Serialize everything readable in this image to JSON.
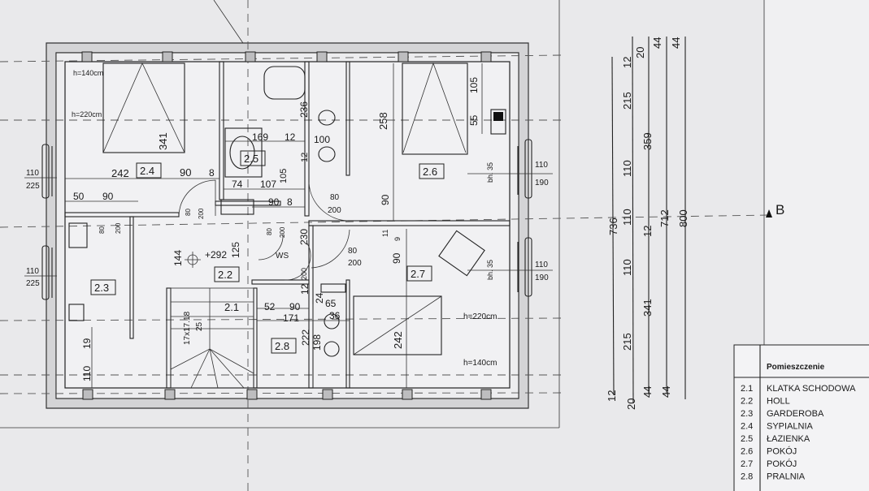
{
  "rooms": {
    "r21": "2.1",
    "r22": "2.2",
    "r23": "2.3",
    "r24": "2.4",
    "r25": "2.5",
    "r26": "2.6",
    "r27": "2.7",
    "r28": "2.8"
  },
  "dims": [
    "h=140cm",
    "h=220cm",
    "341",
    "242",
    "90",
    "8",
    "50",
    "90",
    "80",
    "200",
    "80",
    "200",
    "169",
    "12",
    "100",
    "12",
    "236",
    "74",
    "107",
    "105",
    "90",
    "8",
    "80",
    "200",
    "230",
    "258",
    "80",
    "200",
    "90",
    "105",
    "55",
    "bh. 35",
    "110",
    "190",
    "110",
    "225",
    "110",
    "225",
    "144",
    "+292",
    "125",
    "WS",
    "80",
    "200",
    "11",
    "9",
    "90",
    "bh. 35",
    "110",
    "190",
    "12",
    "200",
    "52",
    "90",
    "171",
    "24",
    "65",
    "36",
    "222",
    "198",
    "17x17.18",
    "25",
    "19",
    "110",
    "h=220cm",
    "h=140cm",
    "242"
  ],
  "right_dims": [
    "12",
    "20",
    "44",
    "44",
    "215",
    "359",
    "110",
    "736",
    "110",
    "12",
    "712",
    "800",
    "110",
    "341",
    "215",
    "12",
    "20",
    "44",
    "44"
  ],
  "section_marker": "B",
  "legend": {
    "header": "Pomieszczenie",
    "rows": [
      {
        "no": "2.1",
        "name": "KLATKA SCHODOWA"
      },
      {
        "no": "2.2",
        "name": "HOLL"
      },
      {
        "no": "2.3",
        "name": "GARDEROBA"
      },
      {
        "no": "2.4",
        "name": "SYPIALNIA"
      },
      {
        "no": "2.5",
        "name": "ŁAZIENKA"
      },
      {
        "no": "2.6",
        "name": "POKÓJ"
      },
      {
        "no": "2.7",
        "name": "POKÓJ"
      },
      {
        "no": "2.8",
        "name": "PRALNIA"
      }
    ]
  }
}
